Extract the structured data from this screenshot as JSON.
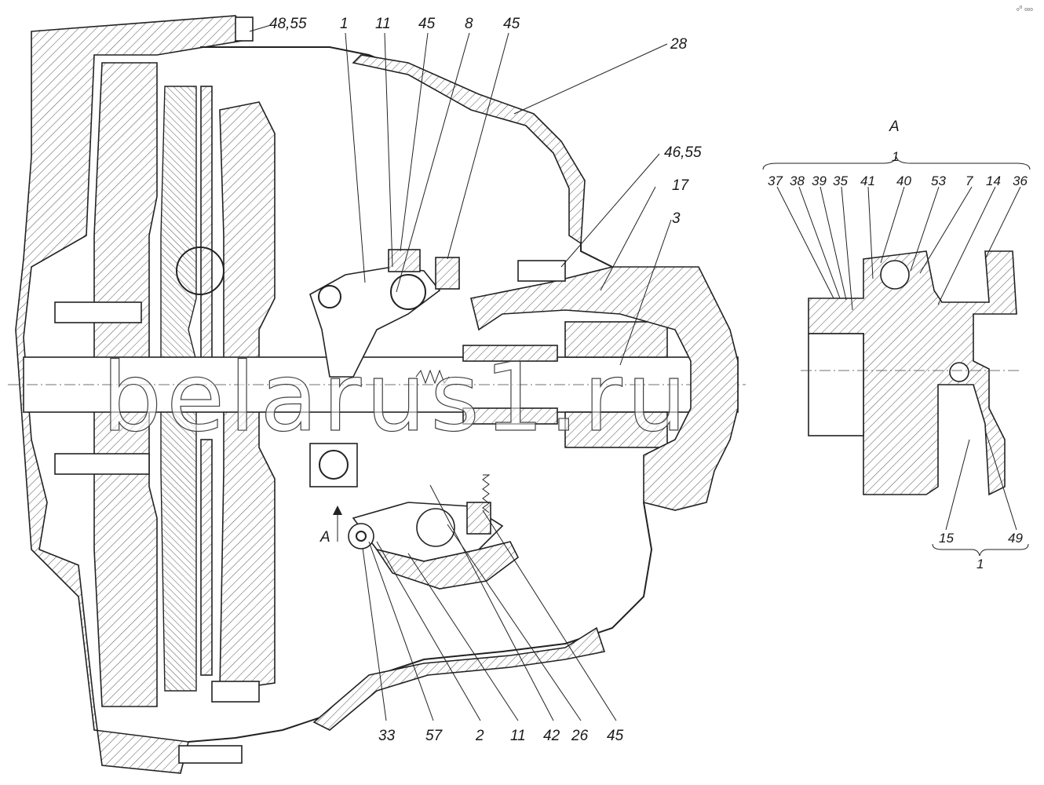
{
  "diagram": {
    "watermark": "belarus1.ru",
    "corner_mark": "₀⁰ ₀₀₀",
    "view_title": "A",
    "view_group_label": "1",
    "view_bottom_group_label": "1",
    "direction_arrow_label": "A",
    "labels": {
      "top_48_55": "48,55",
      "top_1": "1",
      "top_11": "11",
      "top_45a": "45",
      "top_8": "8",
      "top_45b": "45",
      "right_28": "28",
      "right_46_55": "46,55",
      "right_17": "17",
      "right_3": "3",
      "view_37": "37",
      "view_38": "38",
      "view_39": "39",
      "view_35": "35",
      "view_41": "41",
      "view_40": "40",
      "view_53": "53",
      "view_7": "7",
      "view_14": "14",
      "view_36": "36",
      "view_15": "15",
      "view_49": "49",
      "bottom_33": "33",
      "bottom_57": "57",
      "bottom_2": "2",
      "bottom_11": "11",
      "bottom_42": "42",
      "bottom_26": "26",
      "bottom_45": "45"
    }
  }
}
